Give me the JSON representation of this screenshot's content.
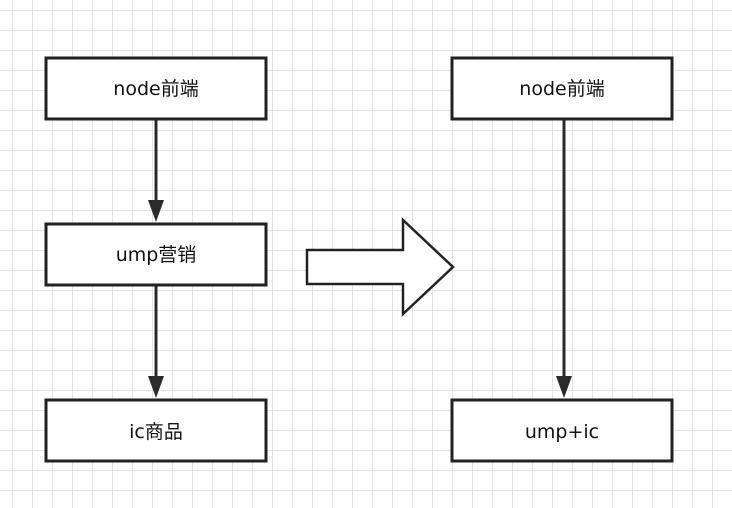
{
  "diagram": {
    "before": {
      "nodes": [
        {
          "id": "node-frontend",
          "label": "node前端"
        },
        {
          "id": "ump-marketing",
          "label": "ump营销"
        },
        {
          "id": "ic-product",
          "label": "ic商品"
        }
      ],
      "edges": [
        {
          "from": "node-frontend",
          "to": "ump-marketing"
        },
        {
          "from": "ump-marketing",
          "to": "ic-product"
        }
      ]
    },
    "after": {
      "nodes": [
        {
          "id": "node-frontend",
          "label": "node前端"
        },
        {
          "id": "ump-plus-ic",
          "label": "ump+ic"
        }
      ],
      "edges": [
        {
          "from": "node-frontend",
          "to": "ump-plus-ic"
        }
      ]
    },
    "transition": {
      "icon": "right-arrow-outline-icon"
    }
  }
}
